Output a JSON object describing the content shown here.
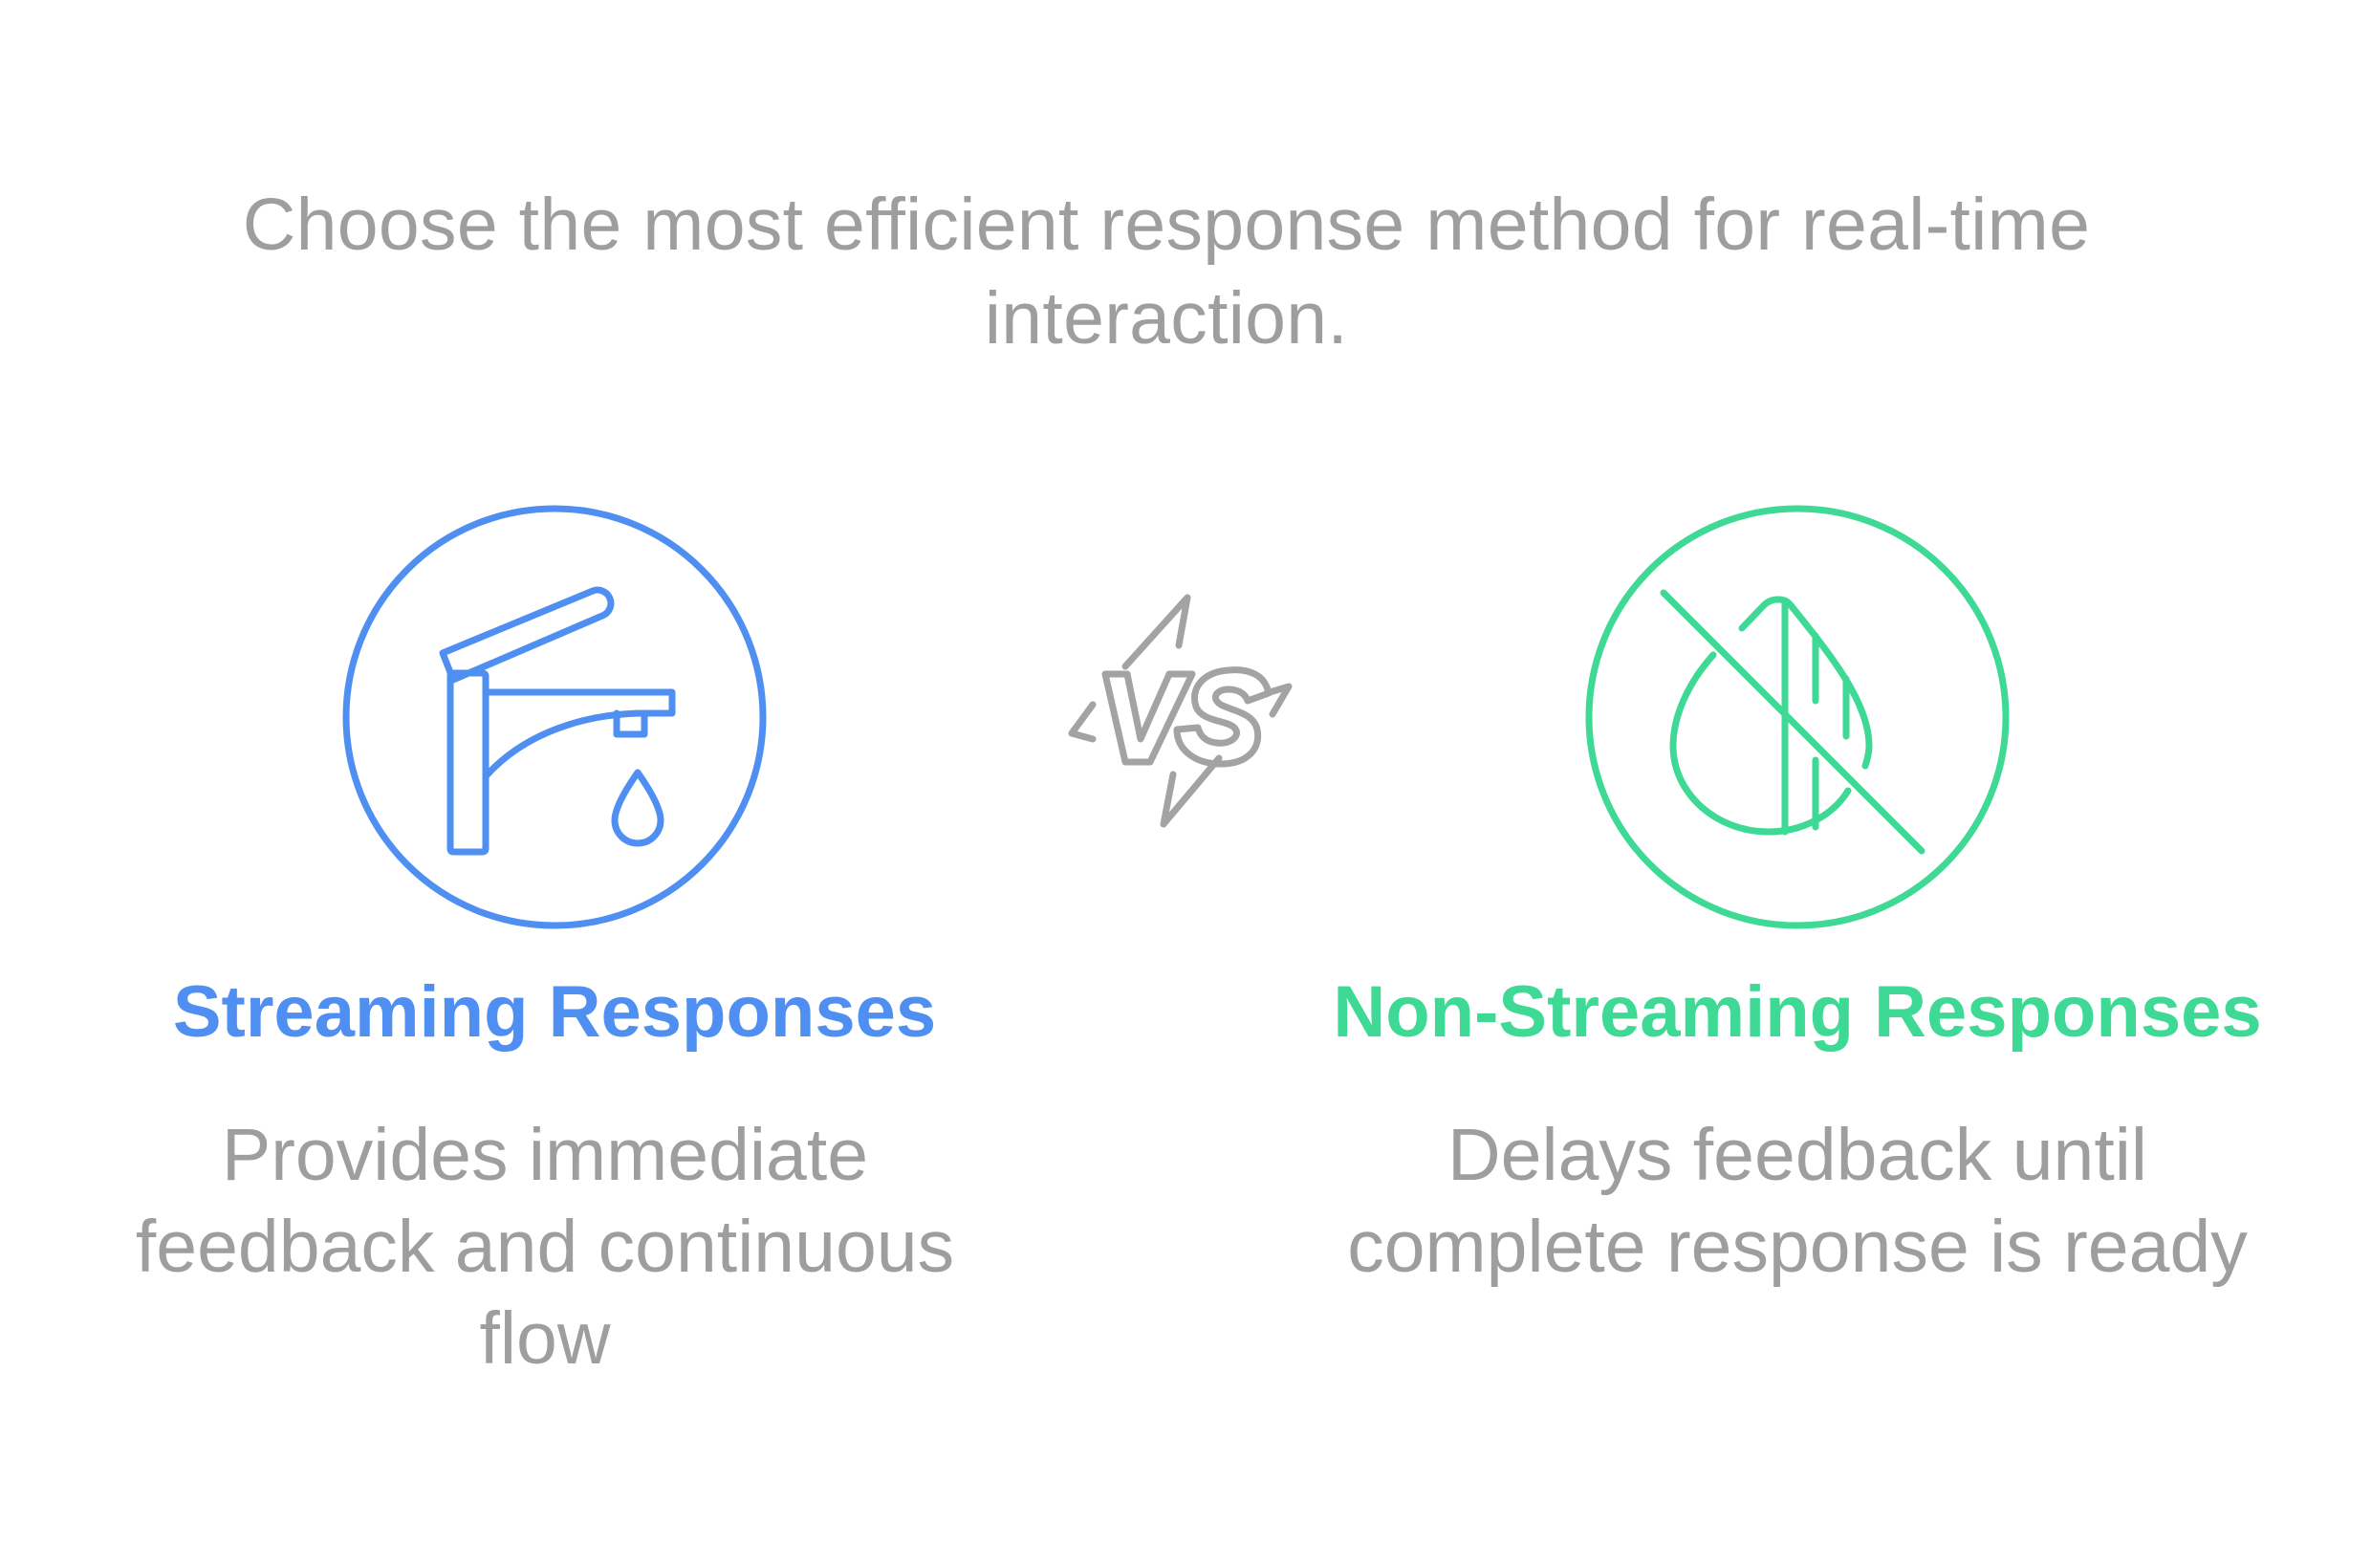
{
  "title": "Choose the most efficient response method for real-time interaction.",
  "vs_label": "VS",
  "left": {
    "heading": "Streaming Responses",
    "description": "Provides immediate feedback and continuous flow",
    "icon": "faucet-icon",
    "color": "#4f8ff2"
  },
  "right": {
    "heading": "Non-Streaming Responses",
    "description": "Delays feedback until complete response is ready",
    "icon": "no-water-drop-icon",
    "color": "#3ed995"
  },
  "colors": {
    "text_gray": "#9e9e9e",
    "vs_gray": "#a3a3a3",
    "background": "#ffffff"
  }
}
